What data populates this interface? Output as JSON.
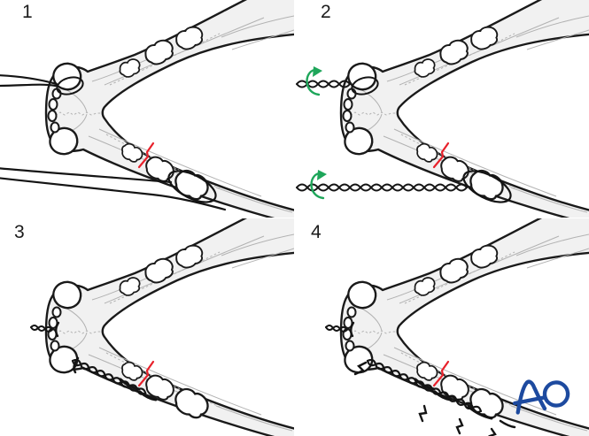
{
  "figure": {
    "panels": [
      {
        "number": "1"
      },
      {
        "number": "2"
      },
      {
        "number": "3"
      },
      {
        "number": "4"
      }
    ],
    "logo": {
      "text": "AO"
    }
  },
  "colors": {
    "bg": "#ffffff",
    "outline": "#1a1a1a",
    "bone": "#f1f1f1",
    "tooth": "#ffffff",
    "detail": "#b2b2b2",
    "wire": "#141414",
    "fracture": "#e8212b",
    "arrow": "#1ea65a",
    "logo": "#1d4a9f",
    "number": "#1b1b1b"
  }
}
